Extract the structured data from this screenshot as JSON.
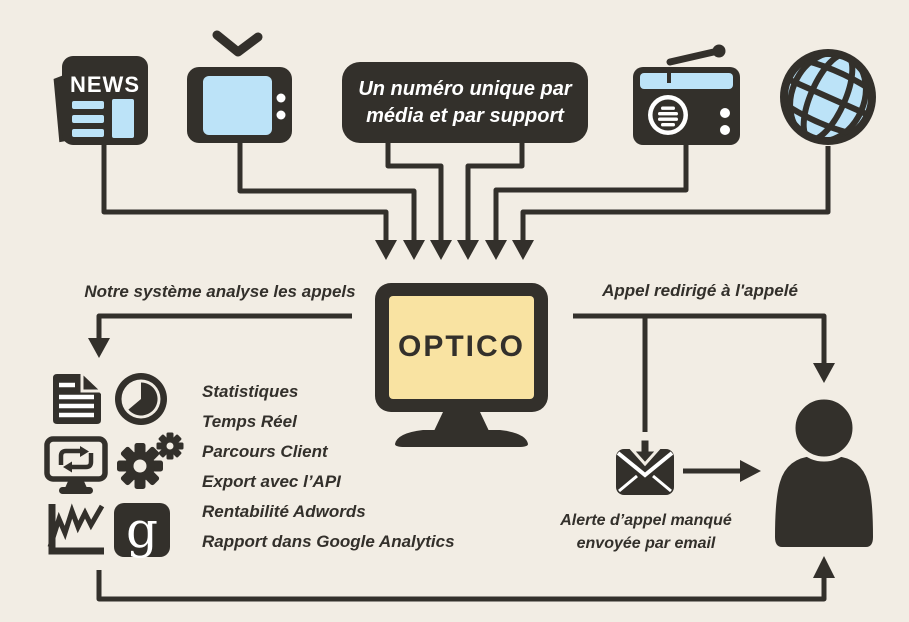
{
  "palette": {
    "bg": "#f2ede4",
    "dark": "#33302b",
    "blue": "#bce3f8",
    "yellow": "#f9e3a2",
    "white": "#ffffff"
  },
  "top_row": {
    "news_masthead": "NEWS",
    "banner_text": "Un numéro unique par média et par support",
    "icons": [
      "newspaper",
      "television",
      "radio",
      "globe-internet"
    ]
  },
  "monitor": {
    "brand": "OPTICO"
  },
  "left_flow": {
    "headline": "Notre système analyse les appels",
    "features": [
      "Statistiques",
      "Temps Réel",
      "Parcours Client",
      "Export avec l’API",
      "Rentabilité Adwords",
      "Rapport dans Google Analytics"
    ],
    "feature_icons": [
      "document-report",
      "clock-pie",
      "monitor-loop",
      "gears",
      "line-chart",
      "google-logo"
    ]
  },
  "right_flow": {
    "headline": "Appel redirigé à l'appelé",
    "email_alert_line1": "Alerte d’appel manqué",
    "email_alert_line2": "envoyée par email",
    "icons": [
      "email-received",
      "person"
    ]
  },
  "icons": {
    "google_letter": "g"
  }
}
